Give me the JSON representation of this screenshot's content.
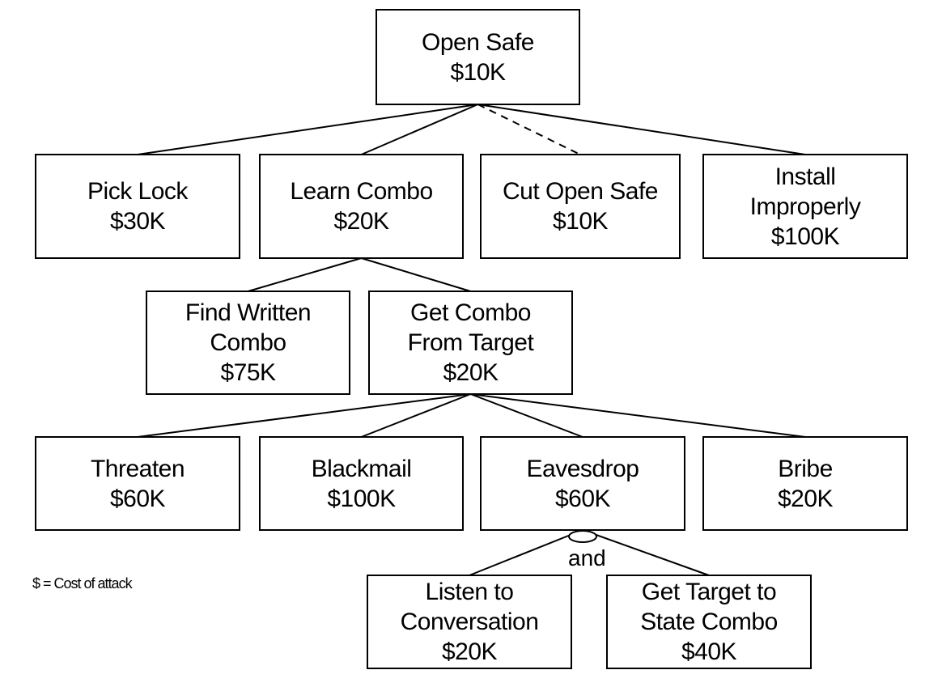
{
  "nodes": {
    "root": {
      "lines": [
        "Open Safe"
      ],
      "cost": "$10K"
    },
    "pick_lock": {
      "lines": [
        "Pick Lock"
      ],
      "cost": "$30K"
    },
    "learn_combo": {
      "lines": [
        "Learn Combo"
      ],
      "cost": "$20K"
    },
    "cut_open_safe": {
      "lines": [
        "Cut Open Safe"
      ],
      "cost": "$10K"
    },
    "install_improperly": {
      "lines": [
        "Install",
        "Improperly"
      ],
      "cost": "$100K"
    },
    "find_written_combo": {
      "lines": [
        "Find Written",
        "Combo"
      ],
      "cost": "$75K"
    },
    "get_combo_from_target": {
      "lines": [
        "Get Combo",
        "From Target"
      ],
      "cost": "$20K"
    },
    "threaten": {
      "lines": [
        "Threaten"
      ],
      "cost": "$60K"
    },
    "blackmail": {
      "lines": [
        "Blackmail"
      ],
      "cost": "$100K"
    },
    "eavesdrop": {
      "lines": [
        "Eavesdrop"
      ],
      "cost": "$60K"
    },
    "bribe": {
      "lines": [
        "Bribe"
      ],
      "cost": "$20K"
    },
    "listen_to_conversation": {
      "lines": [
        "Listen to",
        "Conversation"
      ],
      "cost": "$20K"
    },
    "get_target_to_state_combo": {
      "lines": [
        "Get Target to",
        "State Combo"
      ],
      "cost": "$40K"
    }
  },
  "edges": [
    {
      "from": "root",
      "to": "pick_lock",
      "style": "solid"
    },
    {
      "from": "root",
      "to": "learn_combo",
      "style": "solid"
    },
    {
      "from": "root",
      "to": "cut_open_safe",
      "style": "dashed"
    },
    {
      "from": "root",
      "to": "install_improperly",
      "style": "solid"
    },
    {
      "from": "learn_combo",
      "to": "find_written_combo",
      "style": "solid"
    },
    {
      "from": "learn_combo",
      "to": "get_combo_from_target",
      "style": "solid"
    },
    {
      "from": "get_combo_from_target",
      "to": "threaten",
      "style": "solid"
    },
    {
      "from": "get_combo_from_target",
      "to": "blackmail",
      "style": "solid"
    },
    {
      "from": "get_combo_from_target",
      "to": "eavesdrop",
      "style": "solid"
    },
    {
      "from": "get_combo_from_target",
      "to": "bribe",
      "style": "solid"
    },
    {
      "from": "eavesdrop",
      "to": "listen_to_conversation",
      "style": "solid"
    },
    {
      "from": "eavesdrop",
      "to": "get_target_to_state_combo",
      "style": "solid"
    }
  ],
  "and_label": "and",
  "legend": "$ = Cost of attack",
  "colors": {
    "stroke": "#000000",
    "background": "#ffffff"
  }
}
